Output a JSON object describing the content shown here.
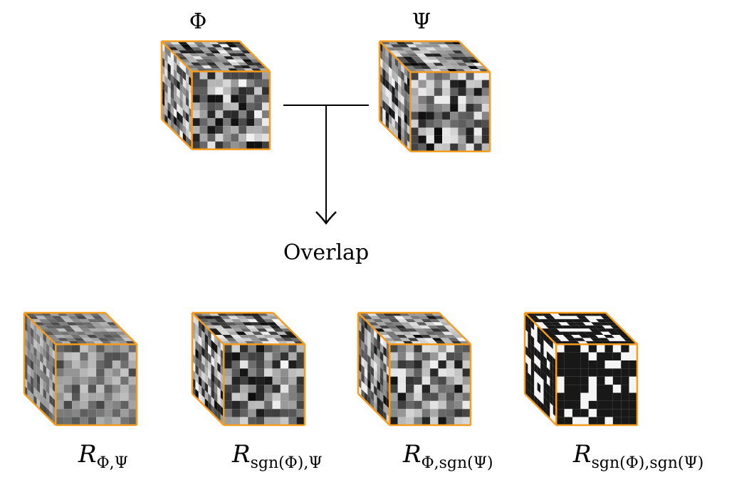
{
  "inputs": [
    {
      "id": "phi",
      "label": "Φ",
      "seed": 11
    },
    {
      "id": "psi",
      "label": "Ψ",
      "seed": 29
    }
  ],
  "operation": {
    "label": "Overlap"
  },
  "outputs": [
    {
      "id": "r-phi-psi",
      "label_main": "R",
      "label_sub": "Φ,Ψ",
      "seed": 47,
      "mode": "smooth"
    },
    {
      "id": "r-sgnphi-psi",
      "label_main": "R",
      "label_sub": "sgn(Φ),Ψ",
      "seed": 53,
      "mode": "gray"
    },
    {
      "id": "r-phi-sgnpsi",
      "label_main": "R",
      "label_sub": "Φ,sgn(Ψ)",
      "seed": 61,
      "mode": "gray"
    },
    {
      "id": "r-sgnphi-sgnpsi",
      "label_main": "R",
      "label_sub": "sgn(Φ),sgn(Ψ)",
      "seed": 73,
      "mode": "binary"
    }
  ],
  "colors": {
    "edge": "#f39c1f",
    "line": "#000000"
  }
}
